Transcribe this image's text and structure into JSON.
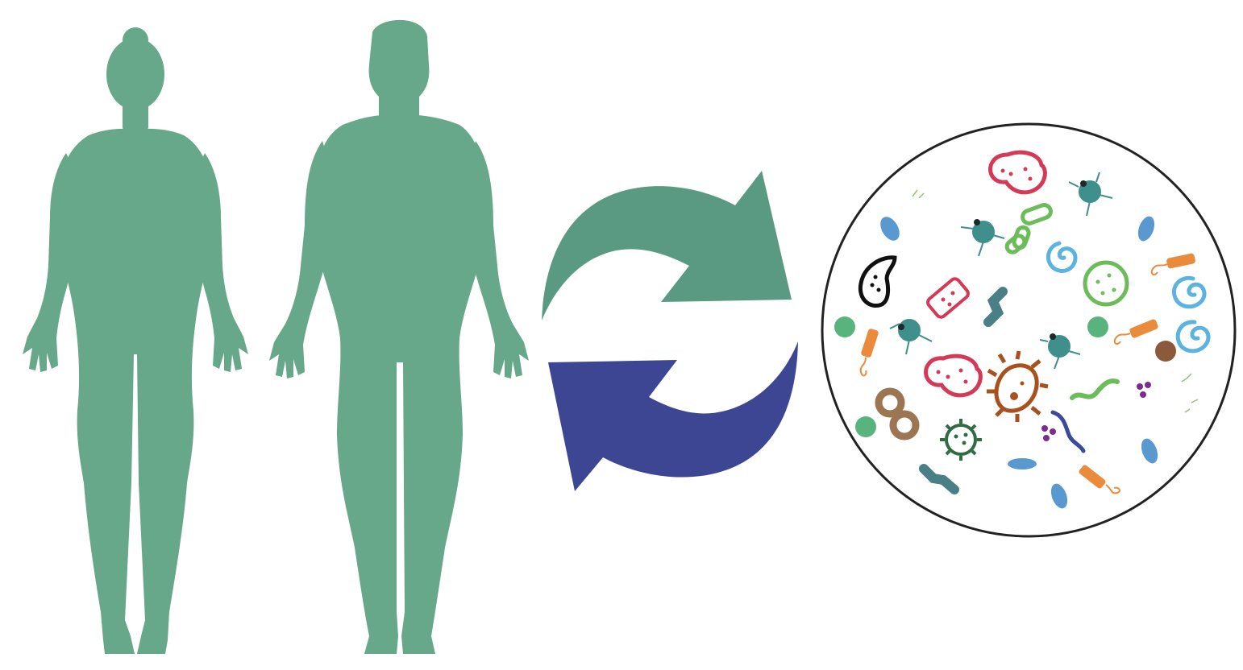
{
  "figures": [
    {
      "name": "female-body-silhouette",
      "icon": "female-silhouette-icon"
    },
    {
      "name": "male-body-silhouette",
      "icon": "male-silhouette-icon"
    }
  ],
  "cycle_arrows": [
    {
      "name": "arrow-to-microbiome",
      "icon": "curved-arrow-right-icon"
    },
    {
      "name": "arrow-to-host",
      "icon": "curved-arrow-left-icon"
    }
  ],
  "microbiome": {
    "icon": "microbe-circle-icon",
    "microbe_kinds": [
      "diplococcus",
      "flagellate",
      "chain-bacillus",
      "spiral",
      "coccus",
      "rod",
      "sphere",
      "figure-eight",
      "virus",
      "spirillum",
      "comma",
      "bacillus-cluster",
      "amoeba-like"
    ]
  },
  "colors": {
    "body": "#67a78a",
    "arrow_top": "#5a9a83",
    "arrow_bottom": "#3d4693",
    "circle_stroke": "#222222",
    "red": "#d43a55",
    "teal": "#3f8f8c",
    "green": "#6cbd59",
    "sky": "#5cb3e0",
    "orange": "#ea8b3b",
    "brown": "#8a5a3a",
    "rust": "#a9501f",
    "dark_green": "#2f6b43",
    "mint": "#58b47c",
    "purple": "#7b2c8c",
    "blue_bug": "#5a98d0",
    "navy": "#3b4a9a",
    "tan": "#9c7652",
    "slate": "#4b7f86"
  }
}
